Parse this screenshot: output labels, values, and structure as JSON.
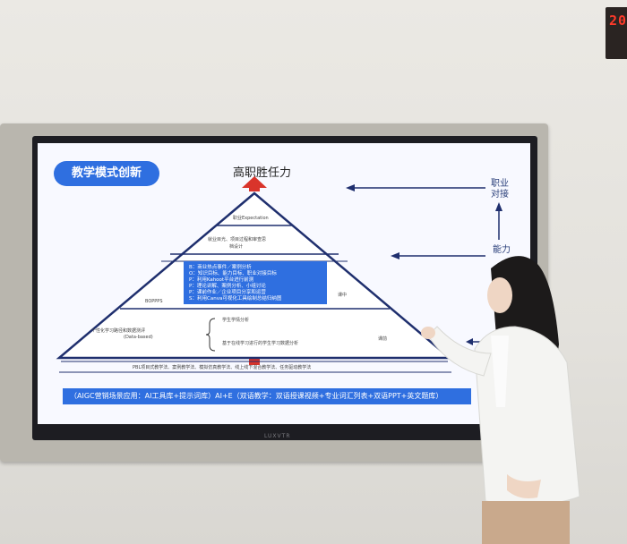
{
  "scene": {
    "clock_digits": "20",
    "tv_brand": "LUXVTR"
  },
  "slide": {
    "title": "教学模式创新",
    "top_label": "高职胜任力",
    "right_top_label": [
      "职业",
      "对接"
    ],
    "right_mid_label": "能力",
    "levels": {
      "top_text": "职业Expectation",
      "upper_text_1": "就业目光、项目过程和审查思",
      "upper_text_2": "档设计",
      "mid_left_tag": "BOPPPS",
      "mid_right_tag": "课中",
      "bottom_left_1": "个性化学习路径和数据测评",
      "bottom_left_2": "(Data-based)",
      "bottom_right_1": "学生学情分析",
      "bottom_right_2": "基于在线学习进行的学生学习数据分析",
      "bottom_right_tag": "课前",
      "base_text": "PBL项目式教学法、案例教学法、模拟仿真教学法、线上线下混合教学法、任务驱动教学法"
    },
    "blue_box_lines": [
      "B：商业热点事件／案例分析",
      "O：知识目标、能力目标、职业对接目标",
      "P：利用Kahoot平台进行前测",
      "P：理论讲解、案例分析、小组讨论",
      "P：课前作业／企业项目分享和运营",
      "S：利用Canva可视化工具绘制总结归纳图"
    ],
    "banner": "（AIGC营销场景应用：AI工具库+提示词库）AI+E（双语教学：双语授课视频+专业词汇列表+双语PPT+英文题库）"
  },
  "colors": {
    "accent_blue": "#2f6fe0",
    "arrow_red": "#d9342b",
    "navy": "#1f2f6e"
  }
}
